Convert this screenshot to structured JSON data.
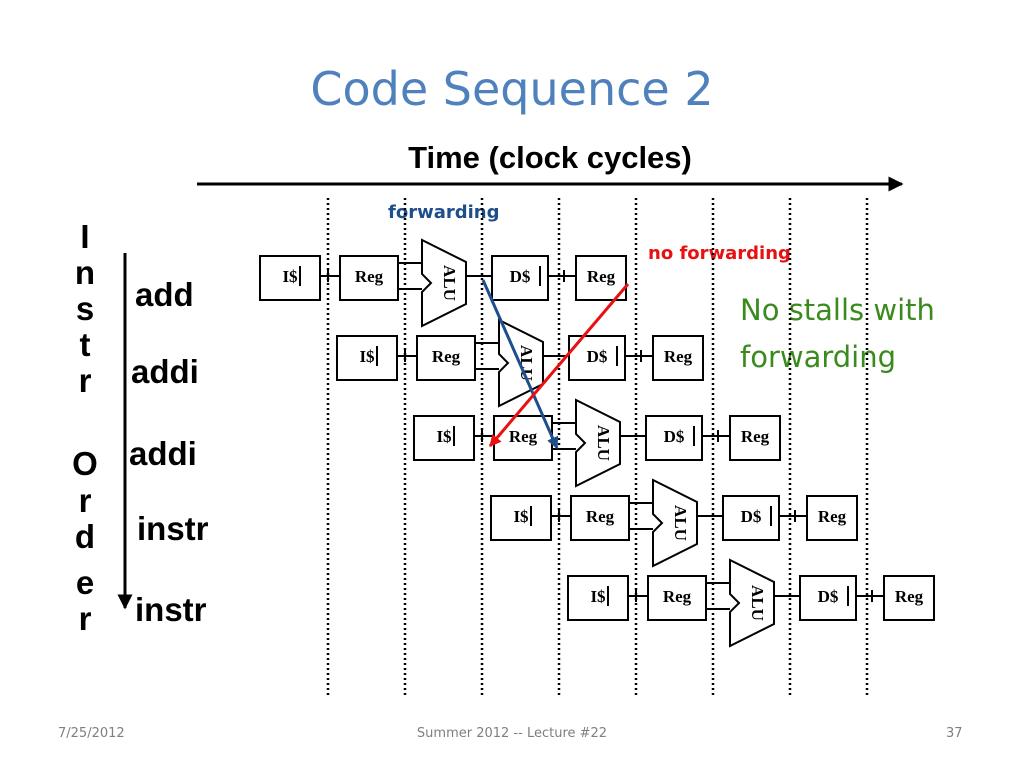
{
  "slide": {
    "title": "Code Sequence 2",
    "time_axis_label": "Time (clock cycles)",
    "vertical_axis_label": [
      "I",
      "n",
      "s",
      "t",
      "r",
      "O",
      "r",
      "d",
      "e",
      "r"
    ]
  },
  "instructions": [
    "add",
    "addi",
    "addi",
    "instr",
    "instr"
  ],
  "stages": {
    "ifetch": "I$",
    "reg": "Reg",
    "alu": "ALU",
    "dmem": "D$",
    "wb": "Reg"
  },
  "annotations": {
    "forwarding": "forwarding",
    "no_forwarding": "no forwarding",
    "note": "No stalls with forwarding"
  },
  "colors": {
    "title": "#4f81bd",
    "forwarding_arrow": "#1f4e8c",
    "no_forwarding_arrow": "#e81010",
    "note": "#3a8a1e"
  },
  "footer": {
    "date": "7/25/2012",
    "course": "Summer 2012 -- Lecture #22",
    "page": "37"
  }
}
